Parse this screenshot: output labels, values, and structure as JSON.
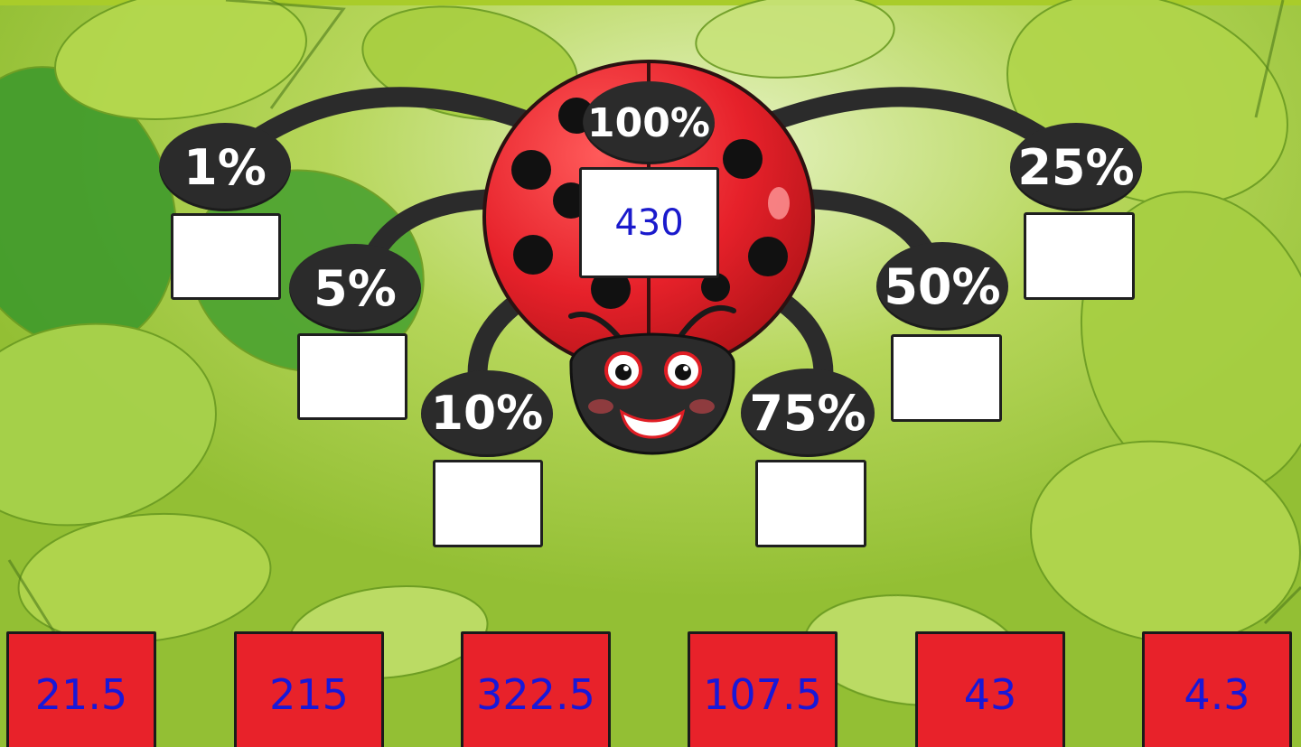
{
  "colors": {
    "background": "#9cc43c",
    "ladybug_shell": "#e8222a",
    "label_oval": "#2b2b2b",
    "answer_text": "#1a1acc",
    "tile": "#e8222a"
  },
  "ladybug": {
    "center": {
      "label": "100%",
      "value": "430"
    },
    "percent_labels": {
      "p1": "1%",
      "p5": "5%",
      "p10": "10%",
      "p25": "25%",
      "p50": "50%",
      "p75": "75%"
    },
    "answer_slots": {
      "p1": "",
      "p5": "",
      "p10": "",
      "p25": "",
      "p50": "",
      "p75": ""
    }
  },
  "answer_tiles": [
    "21.5",
    "215",
    "322.5",
    "107.5",
    "43",
    "4.3"
  ]
}
